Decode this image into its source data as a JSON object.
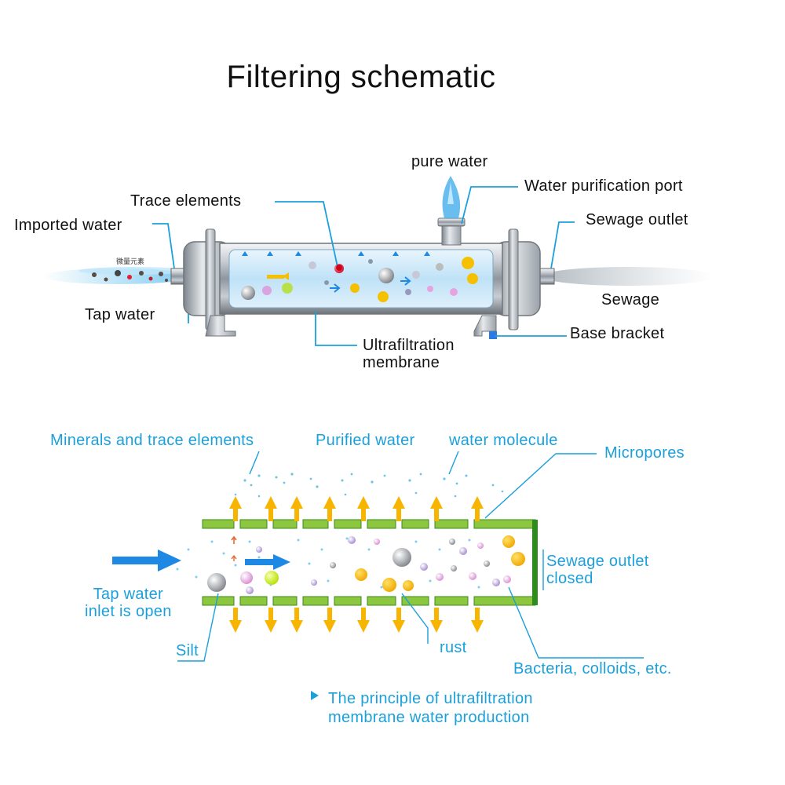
{
  "title": "Filtering schematic",
  "top": {
    "pure_water": "pure water",
    "water_purification_port": "Water purification port",
    "trace_elements": "Trace elements",
    "imported_water": "Imported water",
    "sewage_outlet": "Sewage outlet",
    "sewage": "Sewage",
    "tap_water": "Tap water",
    "base_bracket": "Base bracket",
    "membrane_line1": "Ultrafiltration",
    "membrane_line2": "membrane",
    "micro_text": "微量元素"
  },
  "bottom": {
    "minerals": "Minerals and trace elements",
    "purified_water": "Purified water",
    "water_molecule": "water molecule",
    "micropores": "Micropores",
    "sewage_outlet_line1": "Sewage outlet",
    "sewage_outlet_line2": "closed",
    "tap_inlet_line1": "Tap water",
    "tap_inlet_line2": "inlet is open",
    "silt": "Silt",
    "rust": "rust",
    "bacteria": "Bacteria, colloids, etc.",
    "caption_line1": "The principle of ultrafiltration",
    "caption_line2": "membrane water production"
  },
  "colors": {
    "accent_blue": "#1ba0dc",
    "membrane_green": "#8dc63f",
    "arrow_yellow": "#f7b500",
    "steel": "#b9bfc6"
  }
}
